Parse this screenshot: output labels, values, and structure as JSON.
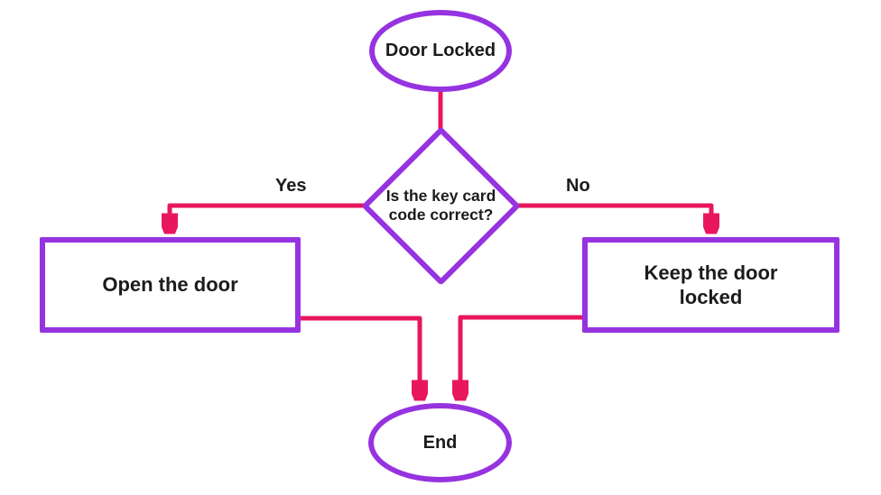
{
  "flowchart": {
    "nodes": {
      "start": {
        "label": "Door Locked",
        "type": "terminator"
      },
      "decision": {
        "label": "Is the key card code correct?",
        "type": "decision"
      },
      "open_door": {
        "label": "Open the door",
        "type": "process"
      },
      "keep_locked": {
        "label": "Keep the door locked",
        "type": "process"
      },
      "end": {
        "label": "End",
        "type": "terminator"
      }
    },
    "edge_labels": {
      "yes": "Yes",
      "no": "No"
    },
    "colors": {
      "node_border": "#9633e0",
      "connector": "#e8175d",
      "text": "#1b1b1b",
      "background": "#ffffff"
    }
  }
}
